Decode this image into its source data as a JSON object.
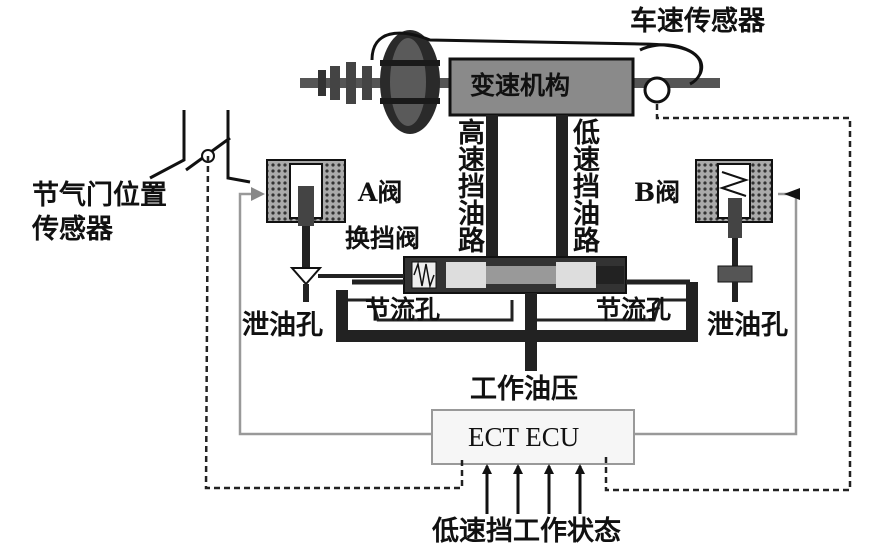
{
  "labels": {
    "vehicle_speed_sensor": "车速传感器",
    "transmission": "变速机构",
    "high_gear_line": "高速挡油路",
    "low_gear_line": "低速挡油路",
    "throttle_sensor_line1": "节气门位置",
    "throttle_sensor_line2": "传感器",
    "valve_a": "A阀",
    "valve_b": "B阀",
    "shift_valve": "换挡阀",
    "drain_left": "泄油孔",
    "drain_right": "泄油孔",
    "orifice_left": "节流孔",
    "orifice_right": "节流孔",
    "working_pressure": "工作油压",
    "ecu": "ECT ECU",
    "low_gear_state": "低速挡工作状态"
  }
}
